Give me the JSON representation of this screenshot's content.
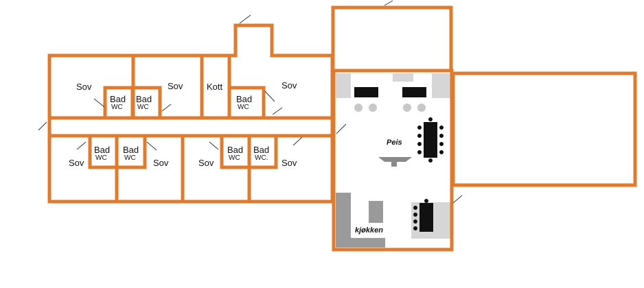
{
  "labels": {
    "sov": "Sov",
    "bad": "Bad",
    "wc": "WC",
    "wc_dot": "WC.",
    "kott": "Kott",
    "peis": "Peis",
    "kjokken": "kjøkken"
  },
  "colors": {
    "wall": "#e07a2c",
    "floor_grey": "#d6d6d6",
    "kitchen_grey": "#9a9a9a",
    "furniture": "#111111"
  }
}
